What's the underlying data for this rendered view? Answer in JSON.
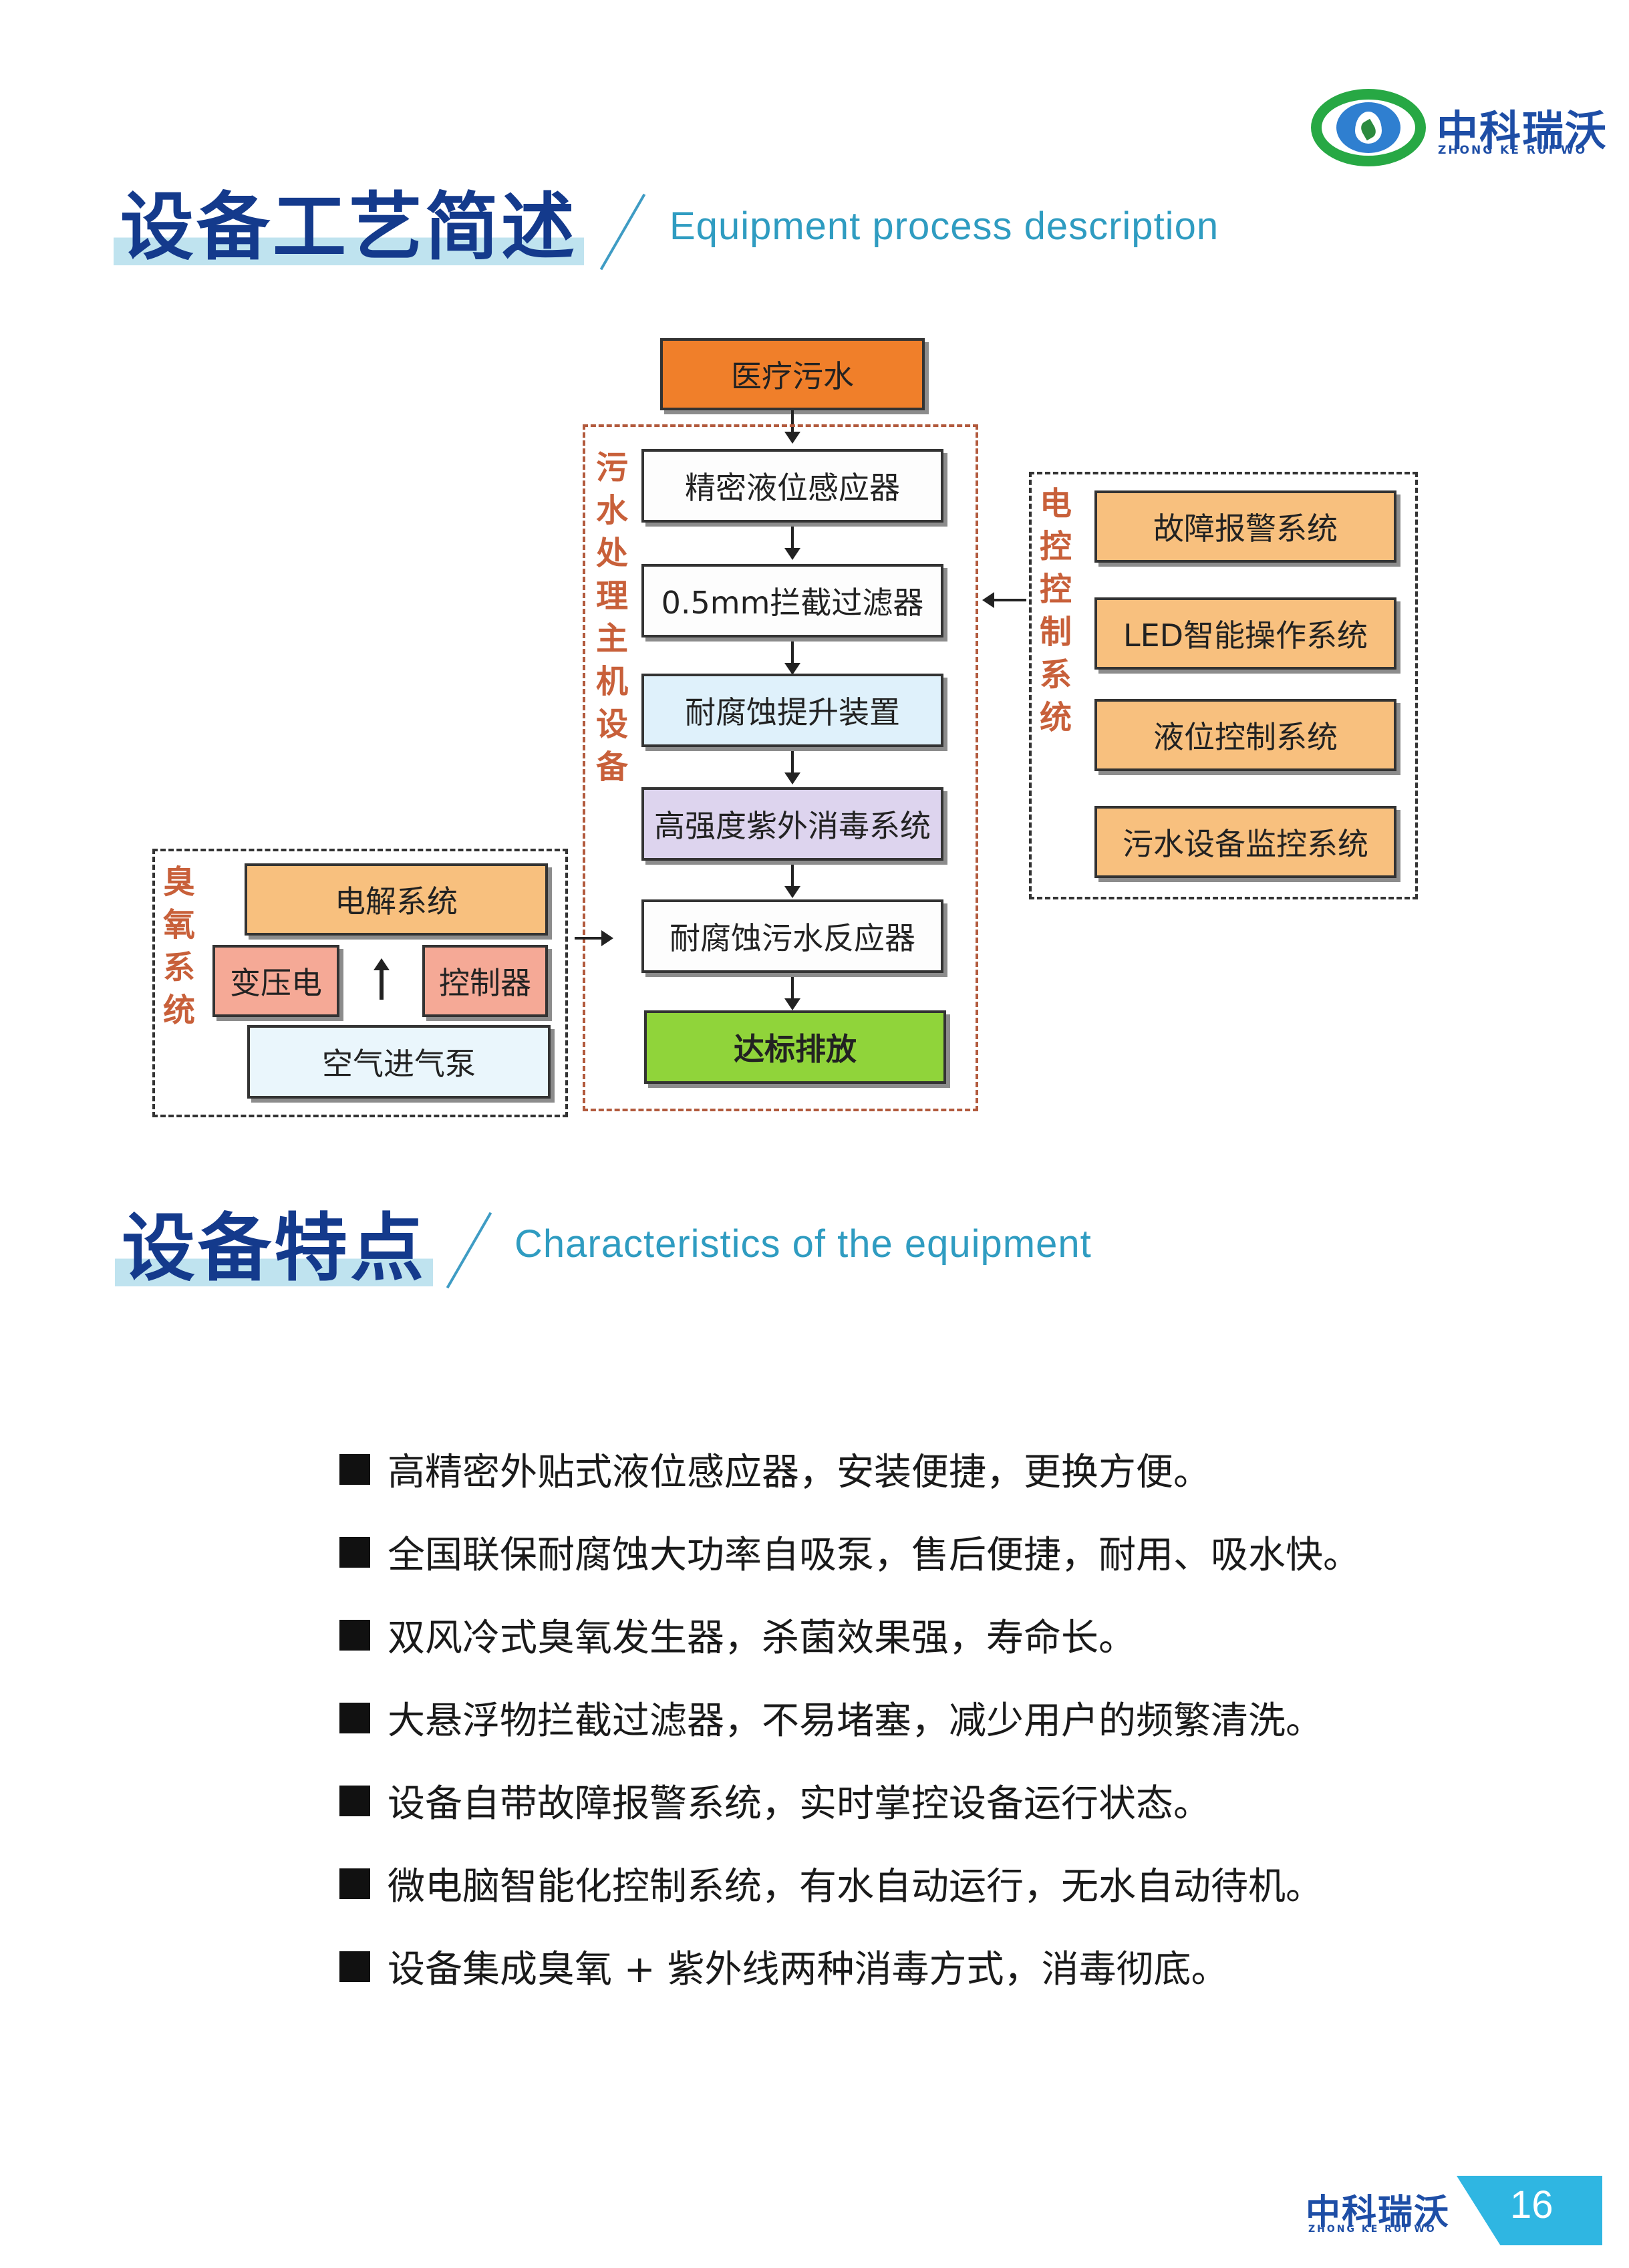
{
  "brand": {
    "name_cn": "中科瑞沃",
    "name_en": "ZHONG KE RUI WO"
  },
  "section1": {
    "title_cn": "设备工艺简述",
    "title_en": "Equipment process description"
  },
  "diagram": {
    "source": "医疗污水",
    "main_group_label": "污水处理主机设备",
    "main_steps": [
      "精密液位感应器",
      "0.5mm拦截过滤器",
      "耐腐蚀提升装置",
      "高强度紫外消毒系统",
      "耐腐蚀污水反应器",
      "达标排放"
    ],
    "control_group_label": "电控控制系统",
    "control_items": [
      "故障报警系统",
      "LED智能操作系统",
      "液位控制系统",
      "污水设备监控系统"
    ],
    "ozone_group_label": "臭氧系统",
    "ozone": {
      "electrolysis": "电解系统",
      "transformer": "变压电",
      "controller": "控制器",
      "air_pump": "空气进气泵"
    }
  },
  "section2": {
    "title_cn": "设备特点",
    "title_en": "Characteristics of the equipment"
  },
  "features": [
    "高精密外贴式液位感应器，安装便捷，更换方便。",
    "全国联保耐腐蚀大功率自吸泵，售后便捷，耐用、吸水快。",
    "双风冷式臭氧发生器，杀菌效果强，寿命长。",
    "大悬浮物拦截过滤器，不易堵塞，减少用户的频繁清洗。",
    "设备自带故障报警系统，实时掌控设备运行状态。",
    "微电脑智能化控制系统，有水自动运行，无水自动待机。",
    "设备集成臭氧 + 紫外线两种消毒方式，消毒彻底。"
  ],
  "footer": {
    "brand_cn": "中科瑞沃",
    "brand_en": "ZHONG KE RUI WO",
    "page_number": "16"
  },
  "colors": {
    "title_blue": "#143a8c",
    "subtitle_teal": "#2f9cc1",
    "source_orange": "#f07f2a",
    "discharge_green": "#90d43a",
    "control_amber": "#f8c07e",
    "ozone_pink": "#f5a996",
    "group_label_orange": "#c8603a",
    "footer_tab_blue": "#2fb6e2"
  }
}
